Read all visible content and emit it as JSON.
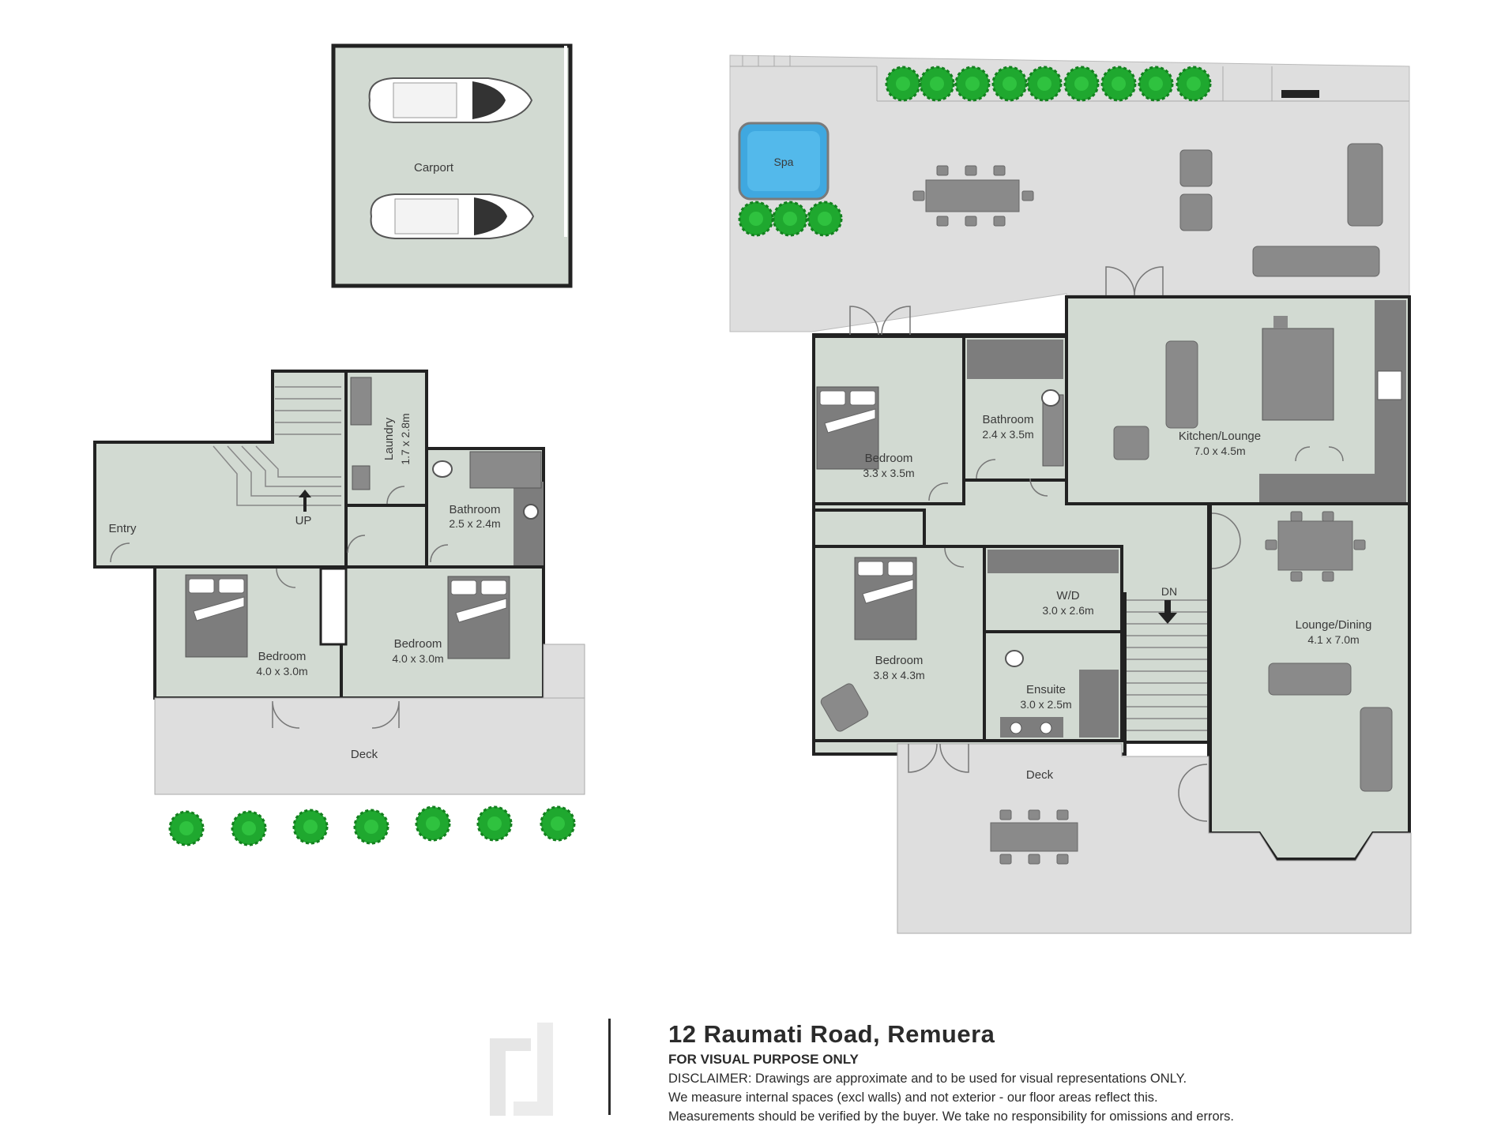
{
  "title": "12 Raumati Road, Remuera",
  "subtitle": "FOR VISUAL PURPOSE ONLY",
  "disclaimer": [
    "DISCLAIMER:  Drawings are approximate and to be used for visual representations ONLY.",
    "We measure internal spaces (excl walls) and not exterior - our floor areas reflect this.",
    "Measurements should be verified by the buyer. We take no responsibility for omissions and errors."
  ],
  "lower_floor": {
    "carport": "Carport",
    "entry": "Entry",
    "up": "UP",
    "laundry": {
      "name": "Laundry",
      "dims": "1.7 x 2.8m"
    },
    "bathroom": {
      "name": "Bathroom",
      "dims": "2.5 x 2.4m"
    },
    "bedroom_left": {
      "name": "Bedroom",
      "dims": "4.0 x 3.0m"
    },
    "bedroom_right": {
      "name": "Bedroom",
      "dims": "4.0 x 3.0m"
    },
    "deck": "Deck"
  },
  "upper_floor": {
    "spa": "Spa",
    "bedroom_top": {
      "name": "Bedroom",
      "dims": "3.3 x 3.5m"
    },
    "bathroom": {
      "name": "Bathroom",
      "dims": "2.4 x 3.5m"
    },
    "kitchen_lounge": {
      "name": "Kitchen/Lounge",
      "dims": "7.0 x 4.5m"
    },
    "wd": {
      "name": "W/D",
      "dims": "3.0 x 2.6m"
    },
    "bedroom_main": {
      "name": "Bedroom",
      "dims": "3.8 x 4.3m"
    },
    "ensuite": {
      "name": "Ensuite",
      "dims": "3.0 x 2.5m"
    },
    "lounge_dining": {
      "name": "Lounge/Dining",
      "dims": "4.1 x 7.0m"
    },
    "dn": "DN",
    "deck": "Deck"
  },
  "colors": {
    "room_fill": "#d2dad2",
    "outdoor_fill": "#dedede",
    "wall": "#222222",
    "furniture": "#8a8a8a",
    "plant": "#1fa82f",
    "spa_water": "#3fa8e0"
  },
  "icons": [
    "car-icon",
    "bed-icon",
    "tree-icon",
    "sofa-icon",
    "dining-table-icon",
    "toilet-icon",
    "sink-icon",
    "stairs-icon",
    "door-icon",
    "spa-icon",
    "logo-icon"
  ]
}
